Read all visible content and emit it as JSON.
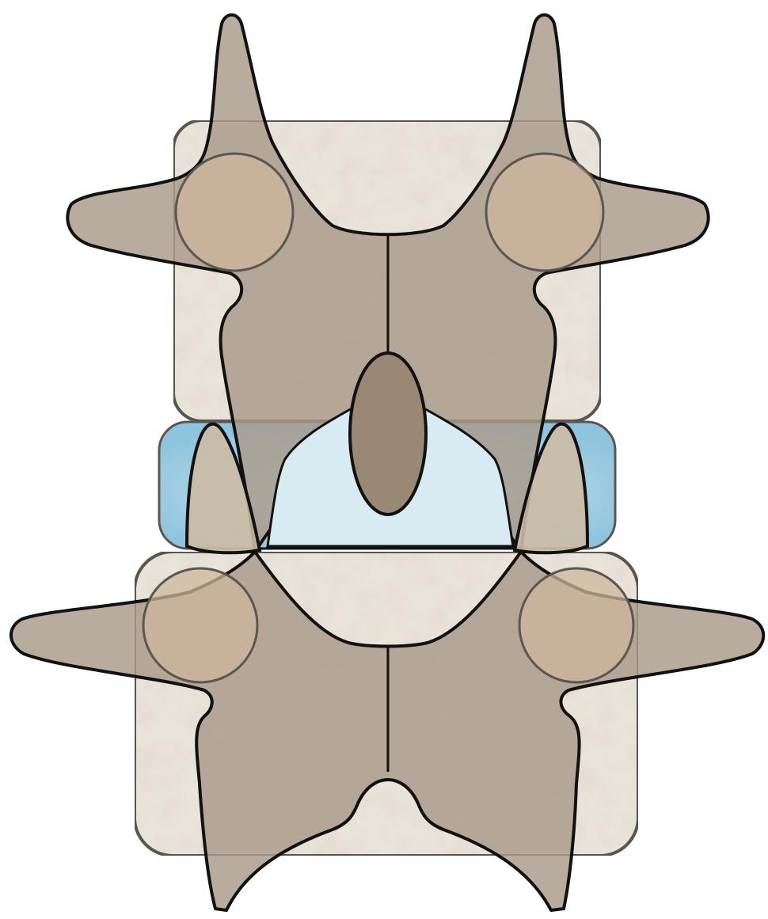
{
  "title": "",
  "colors": {
    "vertebral_body": "#ece6dc",
    "vertebral_body_edge": "#5c5650",
    "bone": "#a89a8a",
    "bone_light": "#cbbba4",
    "bone_outline": "#111111",
    "intervertebral_disc": "#8ec4dd",
    "disc_center": "#d8ebf3",
    "spinous_process": "#9a8774",
    "facet_joint": "#cdb79c",
    "background": "#ffffff"
  },
  "structures": [
    {
      "id": "upper-vertebra",
      "name": "upper-vertebra"
    },
    {
      "id": "intervertebral-disc",
      "name": "intervertebral-disc"
    },
    {
      "id": "lower-vertebra",
      "name": "lower-vertebra"
    }
  ]
}
